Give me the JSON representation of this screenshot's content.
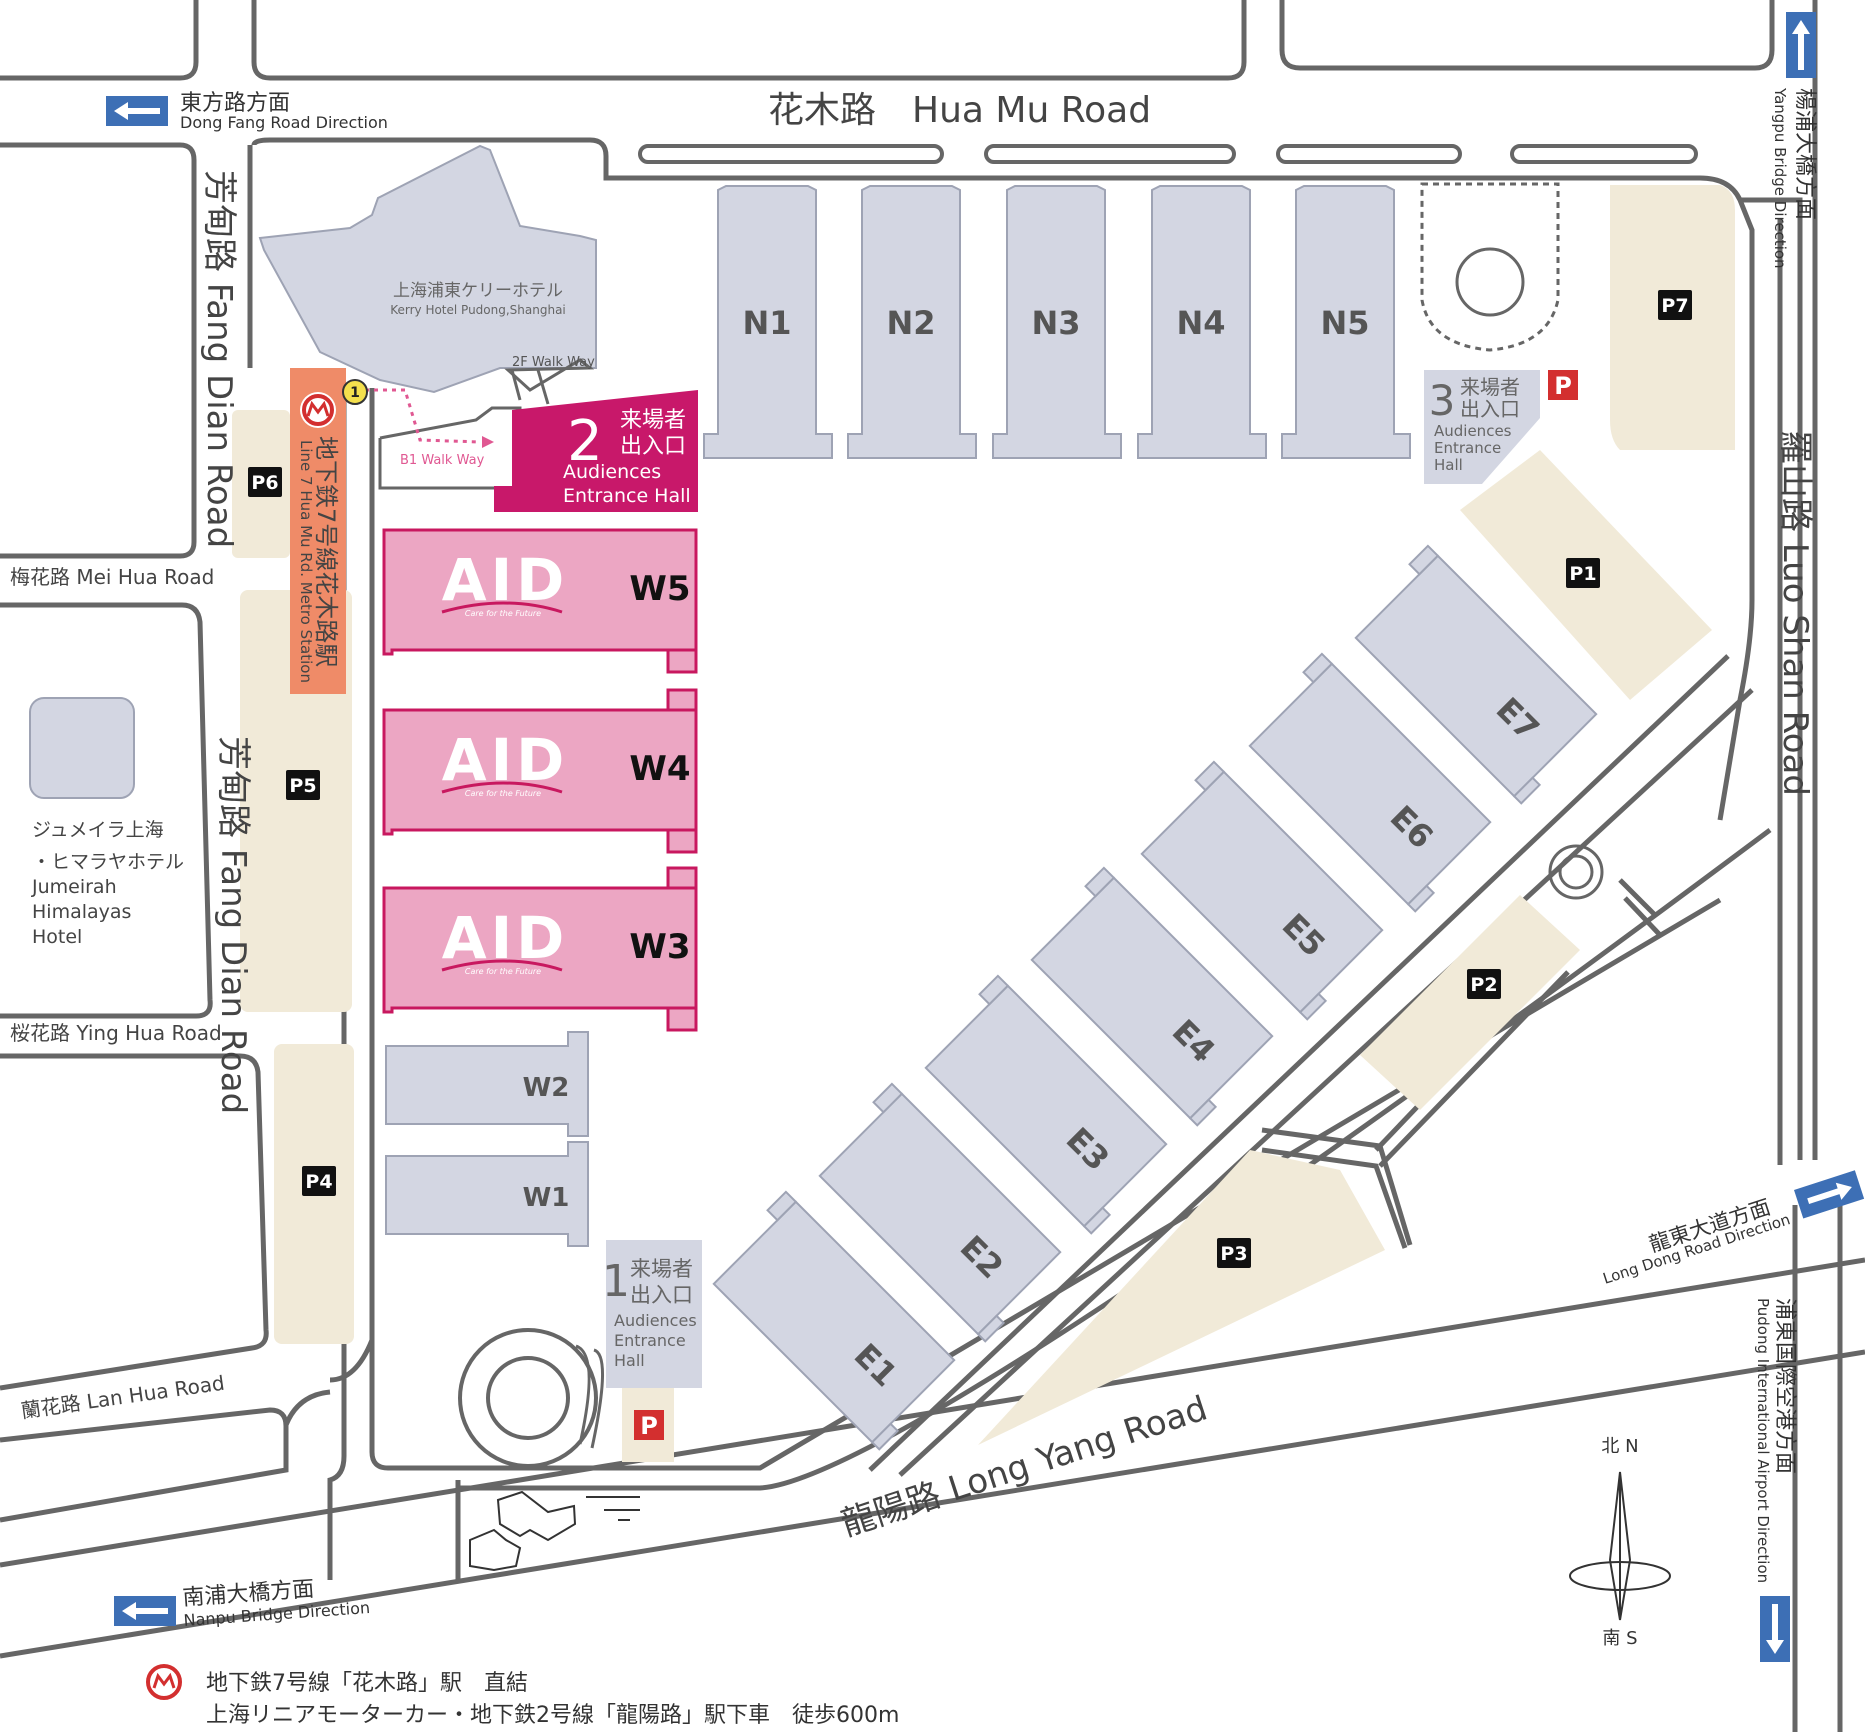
{
  "roads": {
    "hua_mu": "花木路　Hua Mu Road",
    "fang_dian_top": "芳甸路 Fang Dian Road",
    "fang_dian_mid": "芳甸路 Fang Dian Road",
    "mei_hua": "梅花路 Mei Hua Road",
    "ying_hua": "桜花路 Ying Hua Road",
    "lan_hua": "蘭花路 Lan Hua Road",
    "long_yang": "龍陽路 Long Yang Road",
    "luo_shan": "羅山路 Luo Shan Road"
  },
  "directions": {
    "dong_fang_jp": "東方路方面",
    "dong_fang_en": "Dong Fang Road Direction",
    "yangpu_jp": "楊浦大橋方面",
    "yangpu_en": "Yangpu Bridge Direction",
    "long_dong_jp": "龍東大道方面",
    "long_dong_en": "Long Dong Road Direction",
    "pudong_jp": "浦東国際空港方面",
    "pudong_en": "Pudong International Airport Direction",
    "nanpu_jp": "南浦大橋方面",
    "nanpu_en": "Nanpu Bridge Direction"
  },
  "hotels": {
    "kerry_jp": "上海浦東ケリーホテル",
    "kerry_en": "Kerry Hotel Pudong,Shanghai",
    "jumeirah_jp1": "ジュメイラ上海",
    "jumeirah_jp2": "・ヒマラヤホテル",
    "jumeirah_en1": "Jumeirah",
    "jumeirah_en2": "Himalayas",
    "jumeirah_en3": "Hotel"
  },
  "walkways": {
    "f2": "2F Walk Way",
    "b1": "B1 Walk Way"
  },
  "metro": {
    "exit_number": "1",
    "station_jp": "地下鉄7号線花木路駅",
    "station_en": "Line 7 Hua Mu Rd. Metro Station"
  },
  "entrances": {
    "e2": {
      "number": "2",
      "jp1": "来場者",
      "jp2": "出入口",
      "en1": "Audiences",
      "en2": "Entrance Hall"
    },
    "e3": {
      "number": "3",
      "jp1": "来場者",
      "jp2": "出入口",
      "en1": "Audiences",
      "en2": "Entrance",
      "en3": "Hall"
    },
    "e1": {
      "number": "1",
      "jp1": "来場者",
      "jp2": "出入口",
      "en1": "Audiences",
      "en2": "Entrance",
      "en3": "Hall"
    }
  },
  "halls": {
    "north": [
      "N1",
      "N2",
      "N3",
      "N4",
      "N5"
    ],
    "east": [
      "E1",
      "E2",
      "E3",
      "E4",
      "E5",
      "E6",
      "E7"
    ],
    "west_aid": [
      "W5",
      "W4",
      "W3"
    ],
    "west": [
      "W2",
      "W1"
    ]
  },
  "aid_logo": {
    "text": "AID",
    "tagline": "Care for the Future"
  },
  "parking": {
    "p1": "P1",
    "p2": "P2",
    "p3": "P3",
    "p4": "P4",
    "p5": "P5",
    "p6": "P6",
    "p7": "P7",
    "icon": "P"
  },
  "compass": {
    "north": "北 N",
    "south": "南 S"
  },
  "footer": {
    "line1": "地下鉄7号線「花木路」駅　直結",
    "line2": "上海リニアモーターカー・地下鉄2号線「龍陽路」駅下車　徒歩600m"
  },
  "colors": {
    "road": "#666666",
    "hall": "#d3d6e2",
    "aid_hall": "#eca6c3",
    "aid_border": "#c8185f",
    "entrance_magenta": "#c8186a",
    "parking": "#f1ead8",
    "metro": "#ef8b68",
    "direction_arrow": "#3d6fb5"
  }
}
